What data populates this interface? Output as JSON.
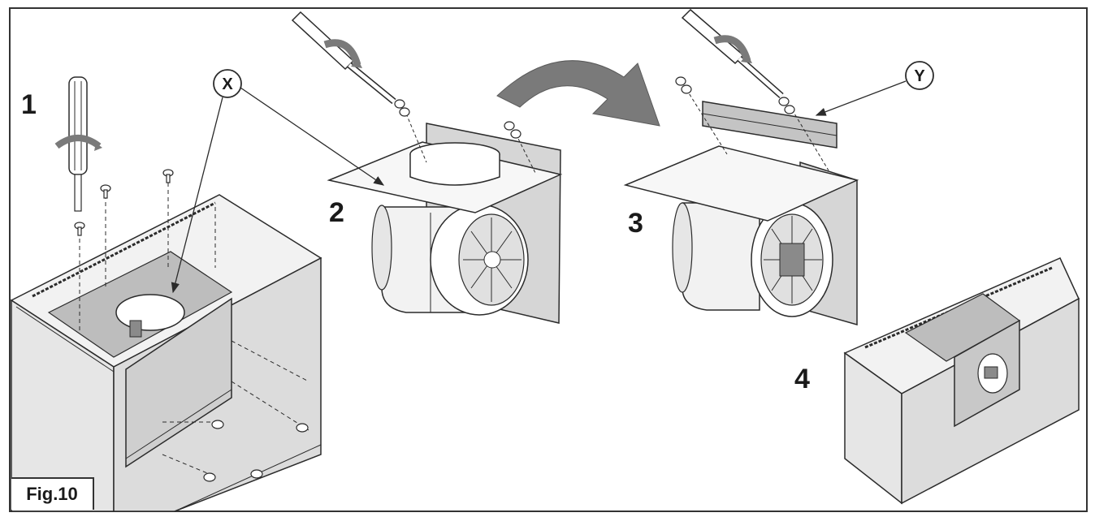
{
  "figure": {
    "caption": "Fig.10",
    "steps": [
      {
        "number": "1"
      },
      {
        "number": "2"
      },
      {
        "number": "3"
      },
      {
        "number": "4"
      }
    ],
    "callouts": [
      {
        "letter": "X"
      },
      {
        "letter": "Y"
      }
    ]
  },
  "colors": {
    "line": "#2b2b2b",
    "surface": "#f2f2f2",
    "shade": "#c8c8c8",
    "dark_shade": "#8a8a8a",
    "arrow": "#7a7a7a"
  }
}
